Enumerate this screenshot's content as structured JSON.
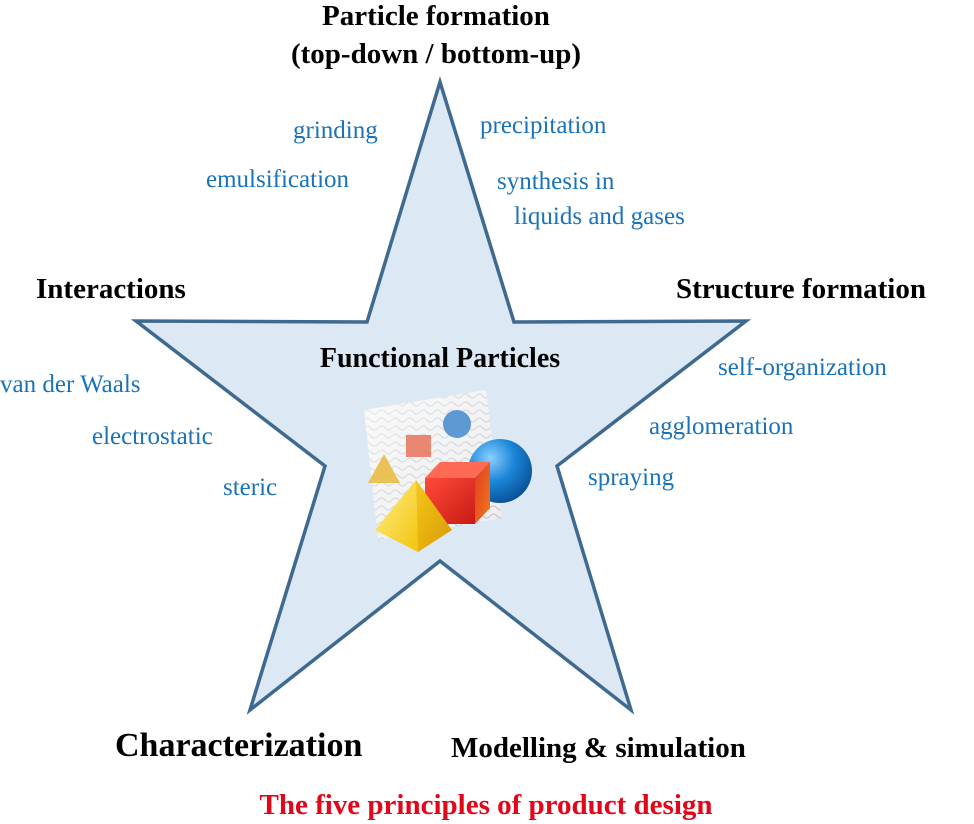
{
  "center": {
    "title": "Functional Particles"
  },
  "principles": {
    "top": {
      "heading_line1": "Particle formation",
      "heading_line2": "(top-down / bottom-up)",
      "left_items": [
        "grinding",
        "emulsification"
      ],
      "right_items": [
        "precipitation",
        "synthesis in",
        "liquids and gases"
      ]
    },
    "left": {
      "heading": "Interactions",
      "items": [
        "van der Waals",
        "electrostatic",
        "steric"
      ]
    },
    "right": {
      "heading": "Structure formation",
      "items": [
        "self-organization",
        "agglomeration",
        "spraying"
      ]
    },
    "bottom_left": {
      "heading": "Characterization"
    },
    "bottom_right": {
      "heading": "Modelling & simulation"
    }
  },
  "footer": {
    "caption": "The five principles of product design"
  },
  "colors": {
    "star_fill": "#dde8f5",
    "star_stroke": "#3f6a8f",
    "sub_text": "#1a73b8",
    "caption": "#e3061b"
  }
}
